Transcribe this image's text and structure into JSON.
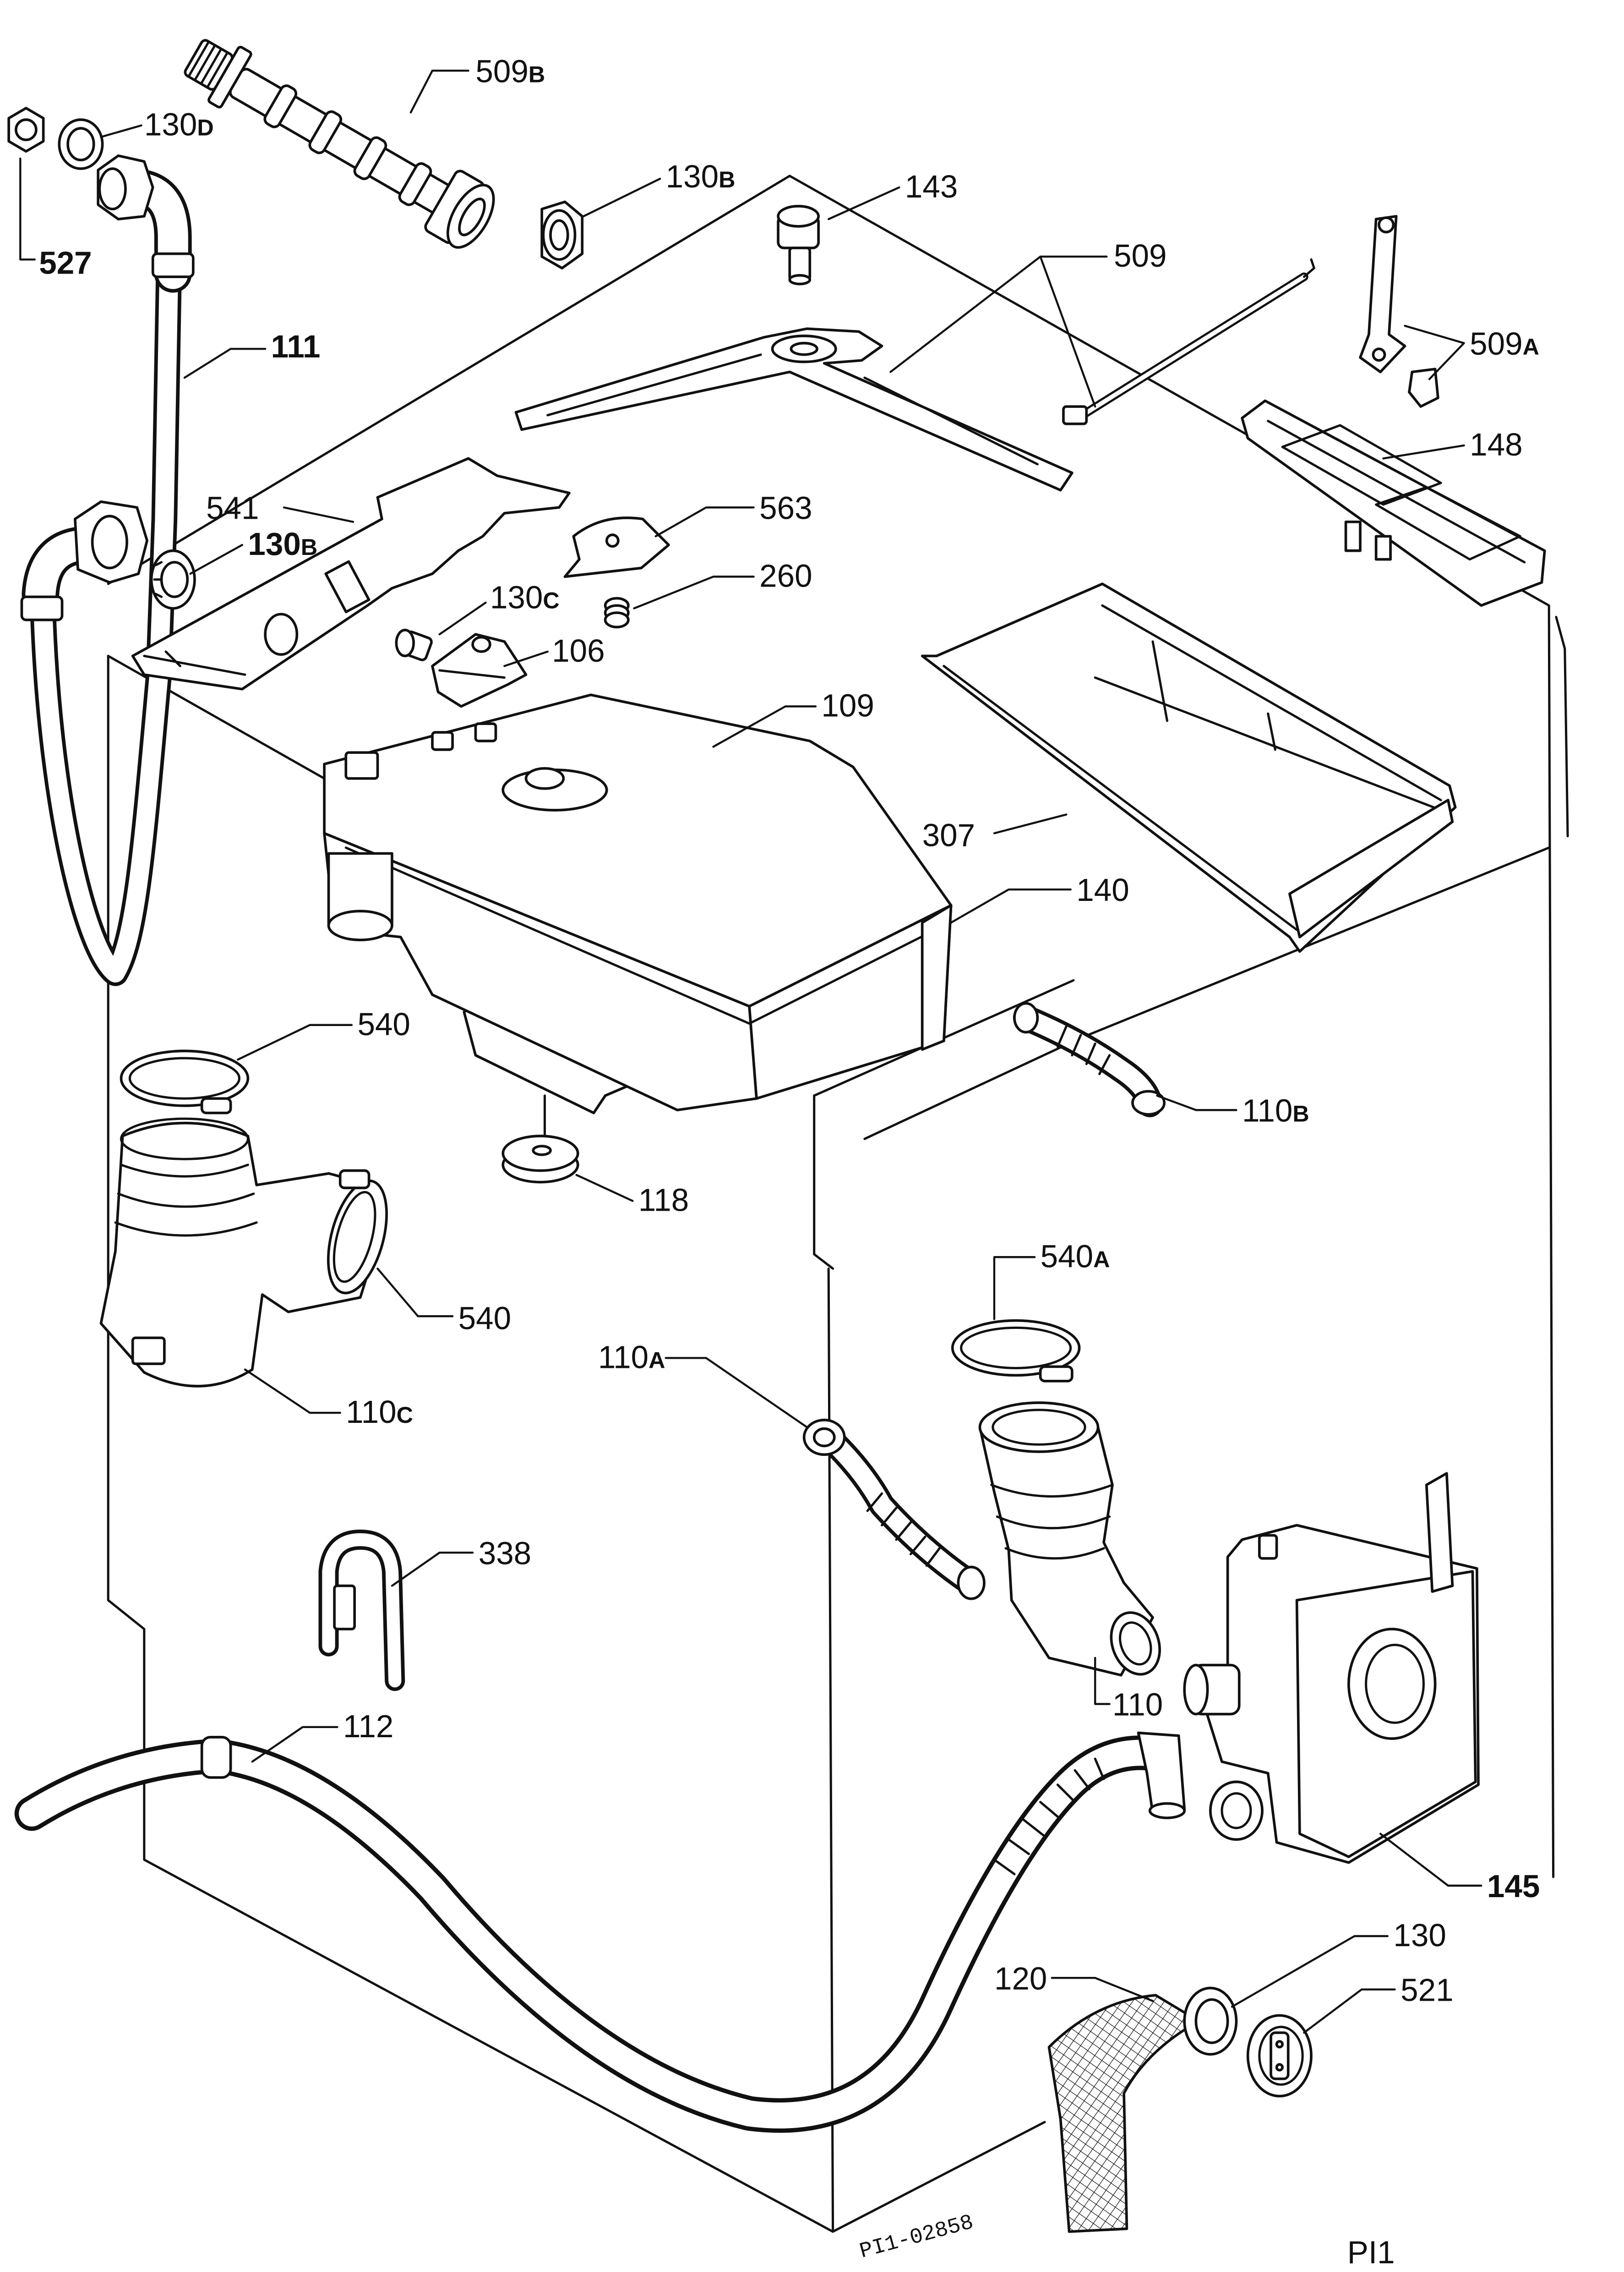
{
  "callouts": [
    {
      "number": "509",
      "suffix": "B"
    },
    {
      "number": "130",
      "suffix": "D"
    },
    {
      "number": "527"
    },
    {
      "number": "130",
      "suffix": "B"
    },
    {
      "number": "143"
    },
    {
      "number": "509"
    },
    {
      "number": "509",
      "suffix": "A"
    },
    {
      "number": "111"
    },
    {
      "number": "148"
    },
    {
      "number": "541"
    },
    {
      "number": "130",
      "suffix": "B"
    },
    {
      "number": "563"
    },
    {
      "number": "260"
    },
    {
      "number": "130",
      "suffix": "C"
    },
    {
      "number": "106"
    },
    {
      "number": "109"
    },
    {
      "number": "307"
    },
    {
      "number": "140"
    },
    {
      "number": "540"
    },
    {
      "number": "110",
      "suffix": "B"
    },
    {
      "number": "118"
    },
    {
      "number": "540",
      "suffix": "A"
    },
    {
      "number": "540"
    },
    {
      "number": "110",
      "suffix": "A"
    },
    {
      "number": "110",
      "suffix": "C"
    },
    {
      "number": "338"
    },
    {
      "number": "110"
    },
    {
      "number": "112"
    },
    {
      "number": "145"
    },
    {
      "number": "130"
    },
    {
      "number": "120"
    },
    {
      "number": "521"
    }
  ],
  "drawing_code": "PI1-02858",
  "plate": "PI1"
}
